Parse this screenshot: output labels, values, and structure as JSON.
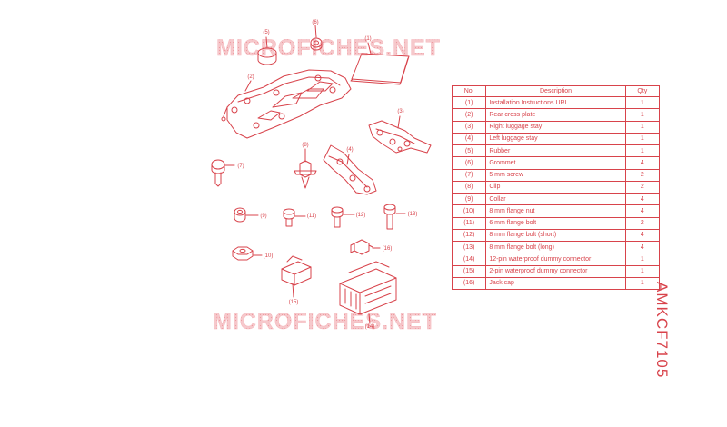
{
  "watermark": "MICROFICHES.NET",
  "side_code": "AMKCF7105",
  "table": {
    "headers": [
      "No.",
      "Description",
      "Qty"
    ],
    "rows": [
      {
        "no": "(1)",
        "desc": "Installation Instructions URL",
        "qty": "1"
      },
      {
        "no": "(2)",
        "desc": "Rear cross plate",
        "qty": "1"
      },
      {
        "no": "(3)",
        "desc": "Right luggage stay",
        "qty": "1"
      },
      {
        "no": "(4)",
        "desc": "Left luggage stay",
        "qty": "1"
      },
      {
        "no": "(5)",
        "desc": "Rubber",
        "qty": "1"
      },
      {
        "no": "(6)",
        "desc": "Grommet",
        "qty": "4"
      },
      {
        "no": "(7)",
        "desc": "5 mm screw",
        "qty": "2"
      },
      {
        "no": "(8)",
        "desc": "Clip",
        "qty": "2"
      },
      {
        "no": "(9)",
        "desc": "Collar",
        "qty": "4"
      },
      {
        "no": "(10)",
        "desc": "8 mm flange nut",
        "qty": "4"
      },
      {
        "no": "(11)",
        "desc": "6 mm flange bolt",
        "qty": "2"
      },
      {
        "no": "(12)",
        "desc": "8 mm flange bolt (short)",
        "qty": "4"
      },
      {
        "no": "(13)",
        "desc": "8 mm flange bolt (long)",
        "qty": "4"
      },
      {
        "no": "(14)",
        "desc": "12-pin waterproof dummy connector",
        "qty": "1"
      },
      {
        "no": "(15)",
        "desc": "2-pin waterproof dummy connector",
        "qty": "1"
      },
      {
        "no": "(16)",
        "desc": "Jack cap",
        "qty": "1"
      }
    ]
  },
  "callouts": [
    "(1)",
    "(2)",
    "(3)",
    "(4)",
    "(5)",
    "(6)",
    "(7)",
    "(8)",
    "(9)",
    "(10)",
    "(11)",
    "(12)",
    "(13)",
    "(14)",
    "(15)",
    "(16)"
  ]
}
